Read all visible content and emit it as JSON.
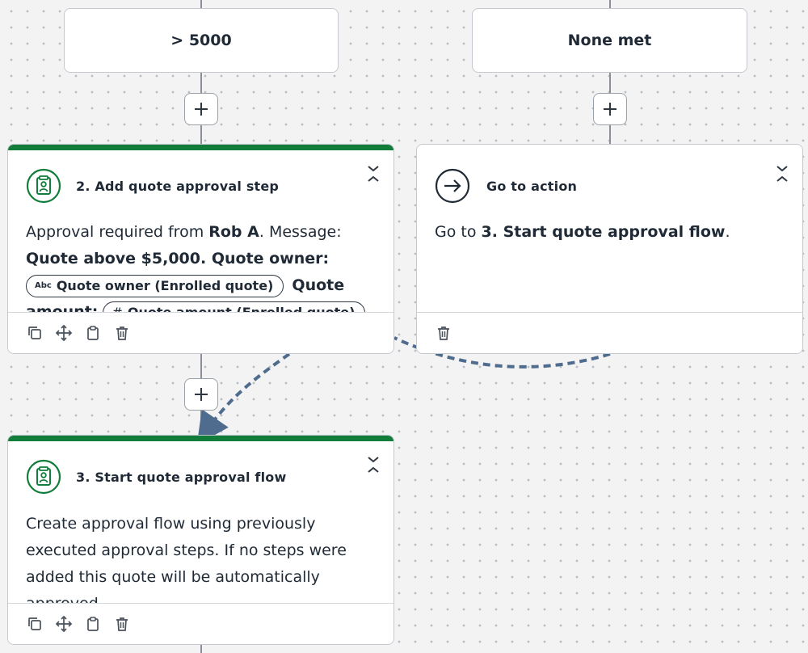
{
  "branches": [
    {
      "label": "> 5000"
    },
    {
      "label": "None met"
    }
  ],
  "add_step_button": {
    "icon": "plus-icon",
    "label": "+"
  },
  "cards": {
    "add_quote_approval": {
      "title": "2. Add quote approval step",
      "icon": "approval-icon",
      "accent": "#127c3a",
      "body": {
        "prefix": "Approval required from ",
        "approver": "Rob A",
        "mid": ". Message: ",
        "message_bold": "Quote above $5,000. Quote owner:",
        "chip1_type": "Abc",
        "chip1_label": "Quote owner (Enrolled quote)",
        "message_bold2": "Quote amount:",
        "chip2_type": "#",
        "chip2_label": "Quote amount (Enrolled quote)"
      }
    },
    "go_to_action": {
      "title": "Go to action",
      "icon": "arrow-right-circle-icon",
      "body": {
        "prefix": "Go to ",
        "target": "3. Start quote approval flow",
        "suffix": "."
      }
    },
    "start_quote_approval": {
      "title": "3. Start quote approval flow",
      "icon": "approval-icon",
      "accent": "#127c3a",
      "body": "Create approval flow using previously executed approval steps. If no steps were added this quote will be automatically approved"
    }
  },
  "footer_icons": [
    "copy-icon",
    "move-icon",
    "clipboard-icon",
    "trash-icon"
  ],
  "colors": {
    "accent_green": "#127c3a",
    "connector_dashed": "#4f6b8e",
    "connector_line": "#8a9096"
  }
}
